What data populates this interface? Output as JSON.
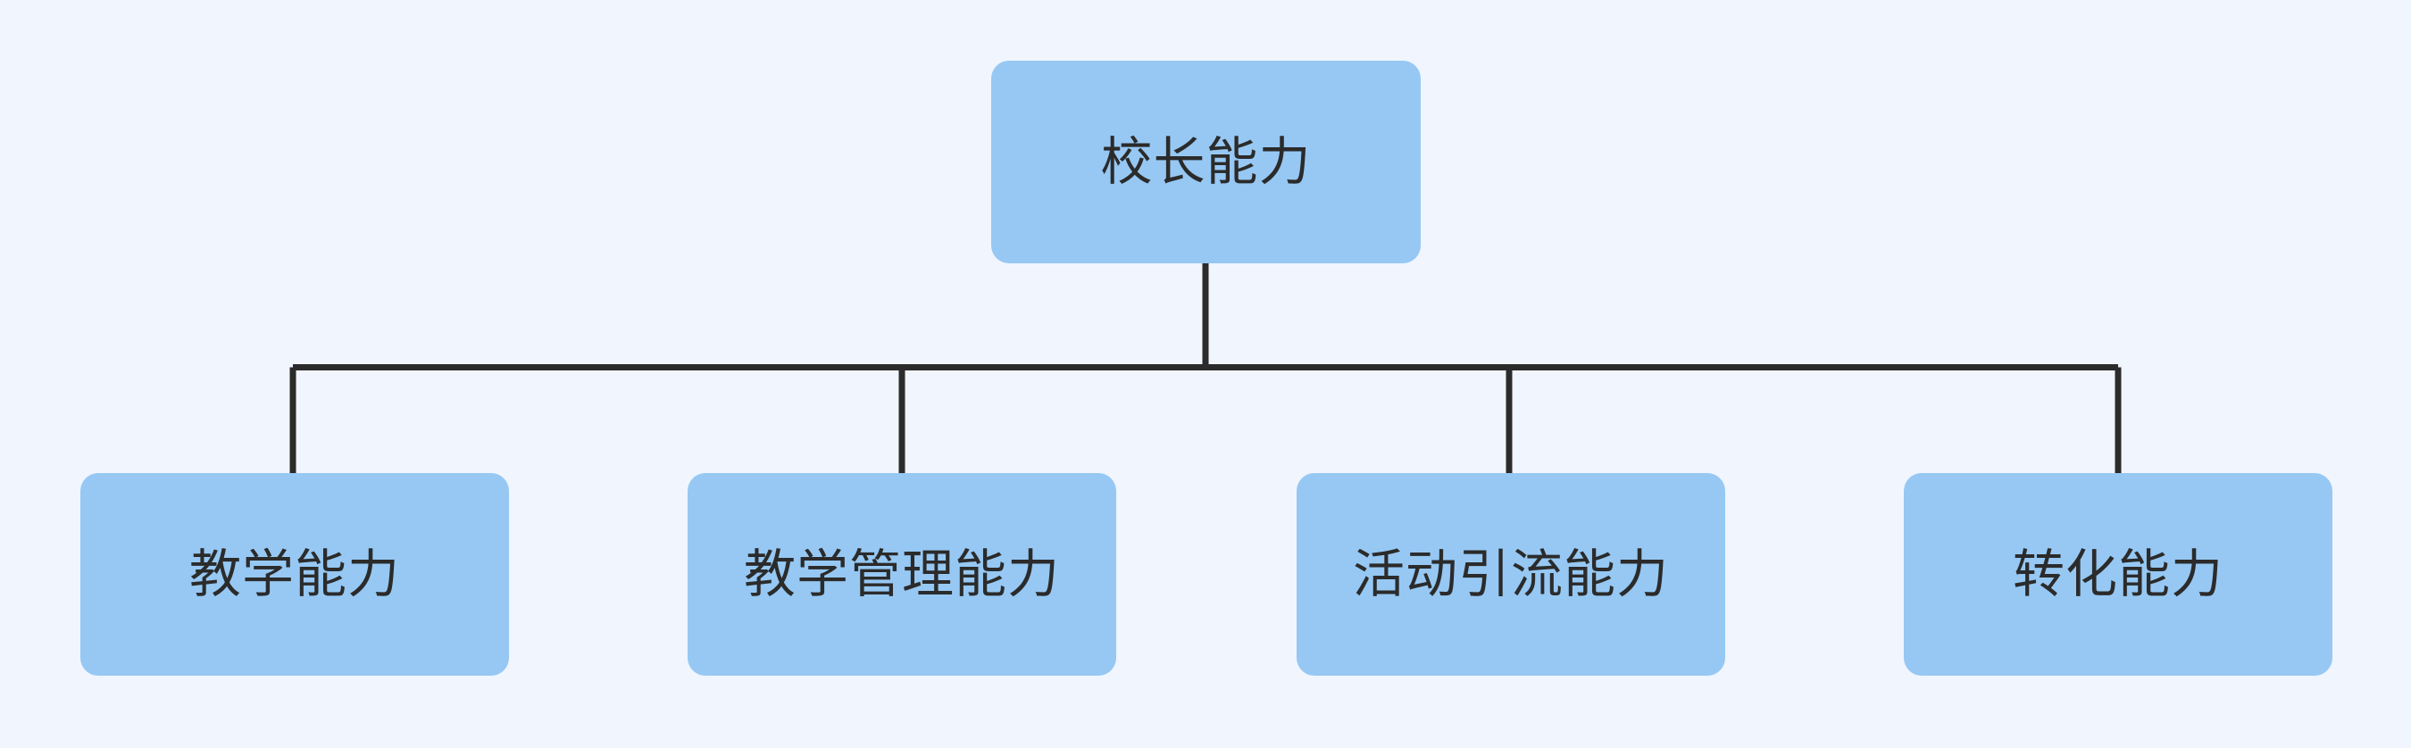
{
  "diagram": {
    "type": "org-chart",
    "orientation": "top-down",
    "background_color": "#f0f5fe",
    "node_fill_color": "#96c8f3",
    "node_text_color": "#2b2b2b",
    "connector_color": "#2b2b2b",
    "root": {
      "id": "root",
      "label": "校长能力"
    },
    "children": [
      {
        "id": "child-0",
        "label": "教学能力"
      },
      {
        "id": "child-1",
        "label": "教学管理能力"
      },
      {
        "id": "child-2",
        "label": "活动引流能力"
      },
      {
        "id": "child-3",
        "label": "转化能力"
      }
    ]
  }
}
